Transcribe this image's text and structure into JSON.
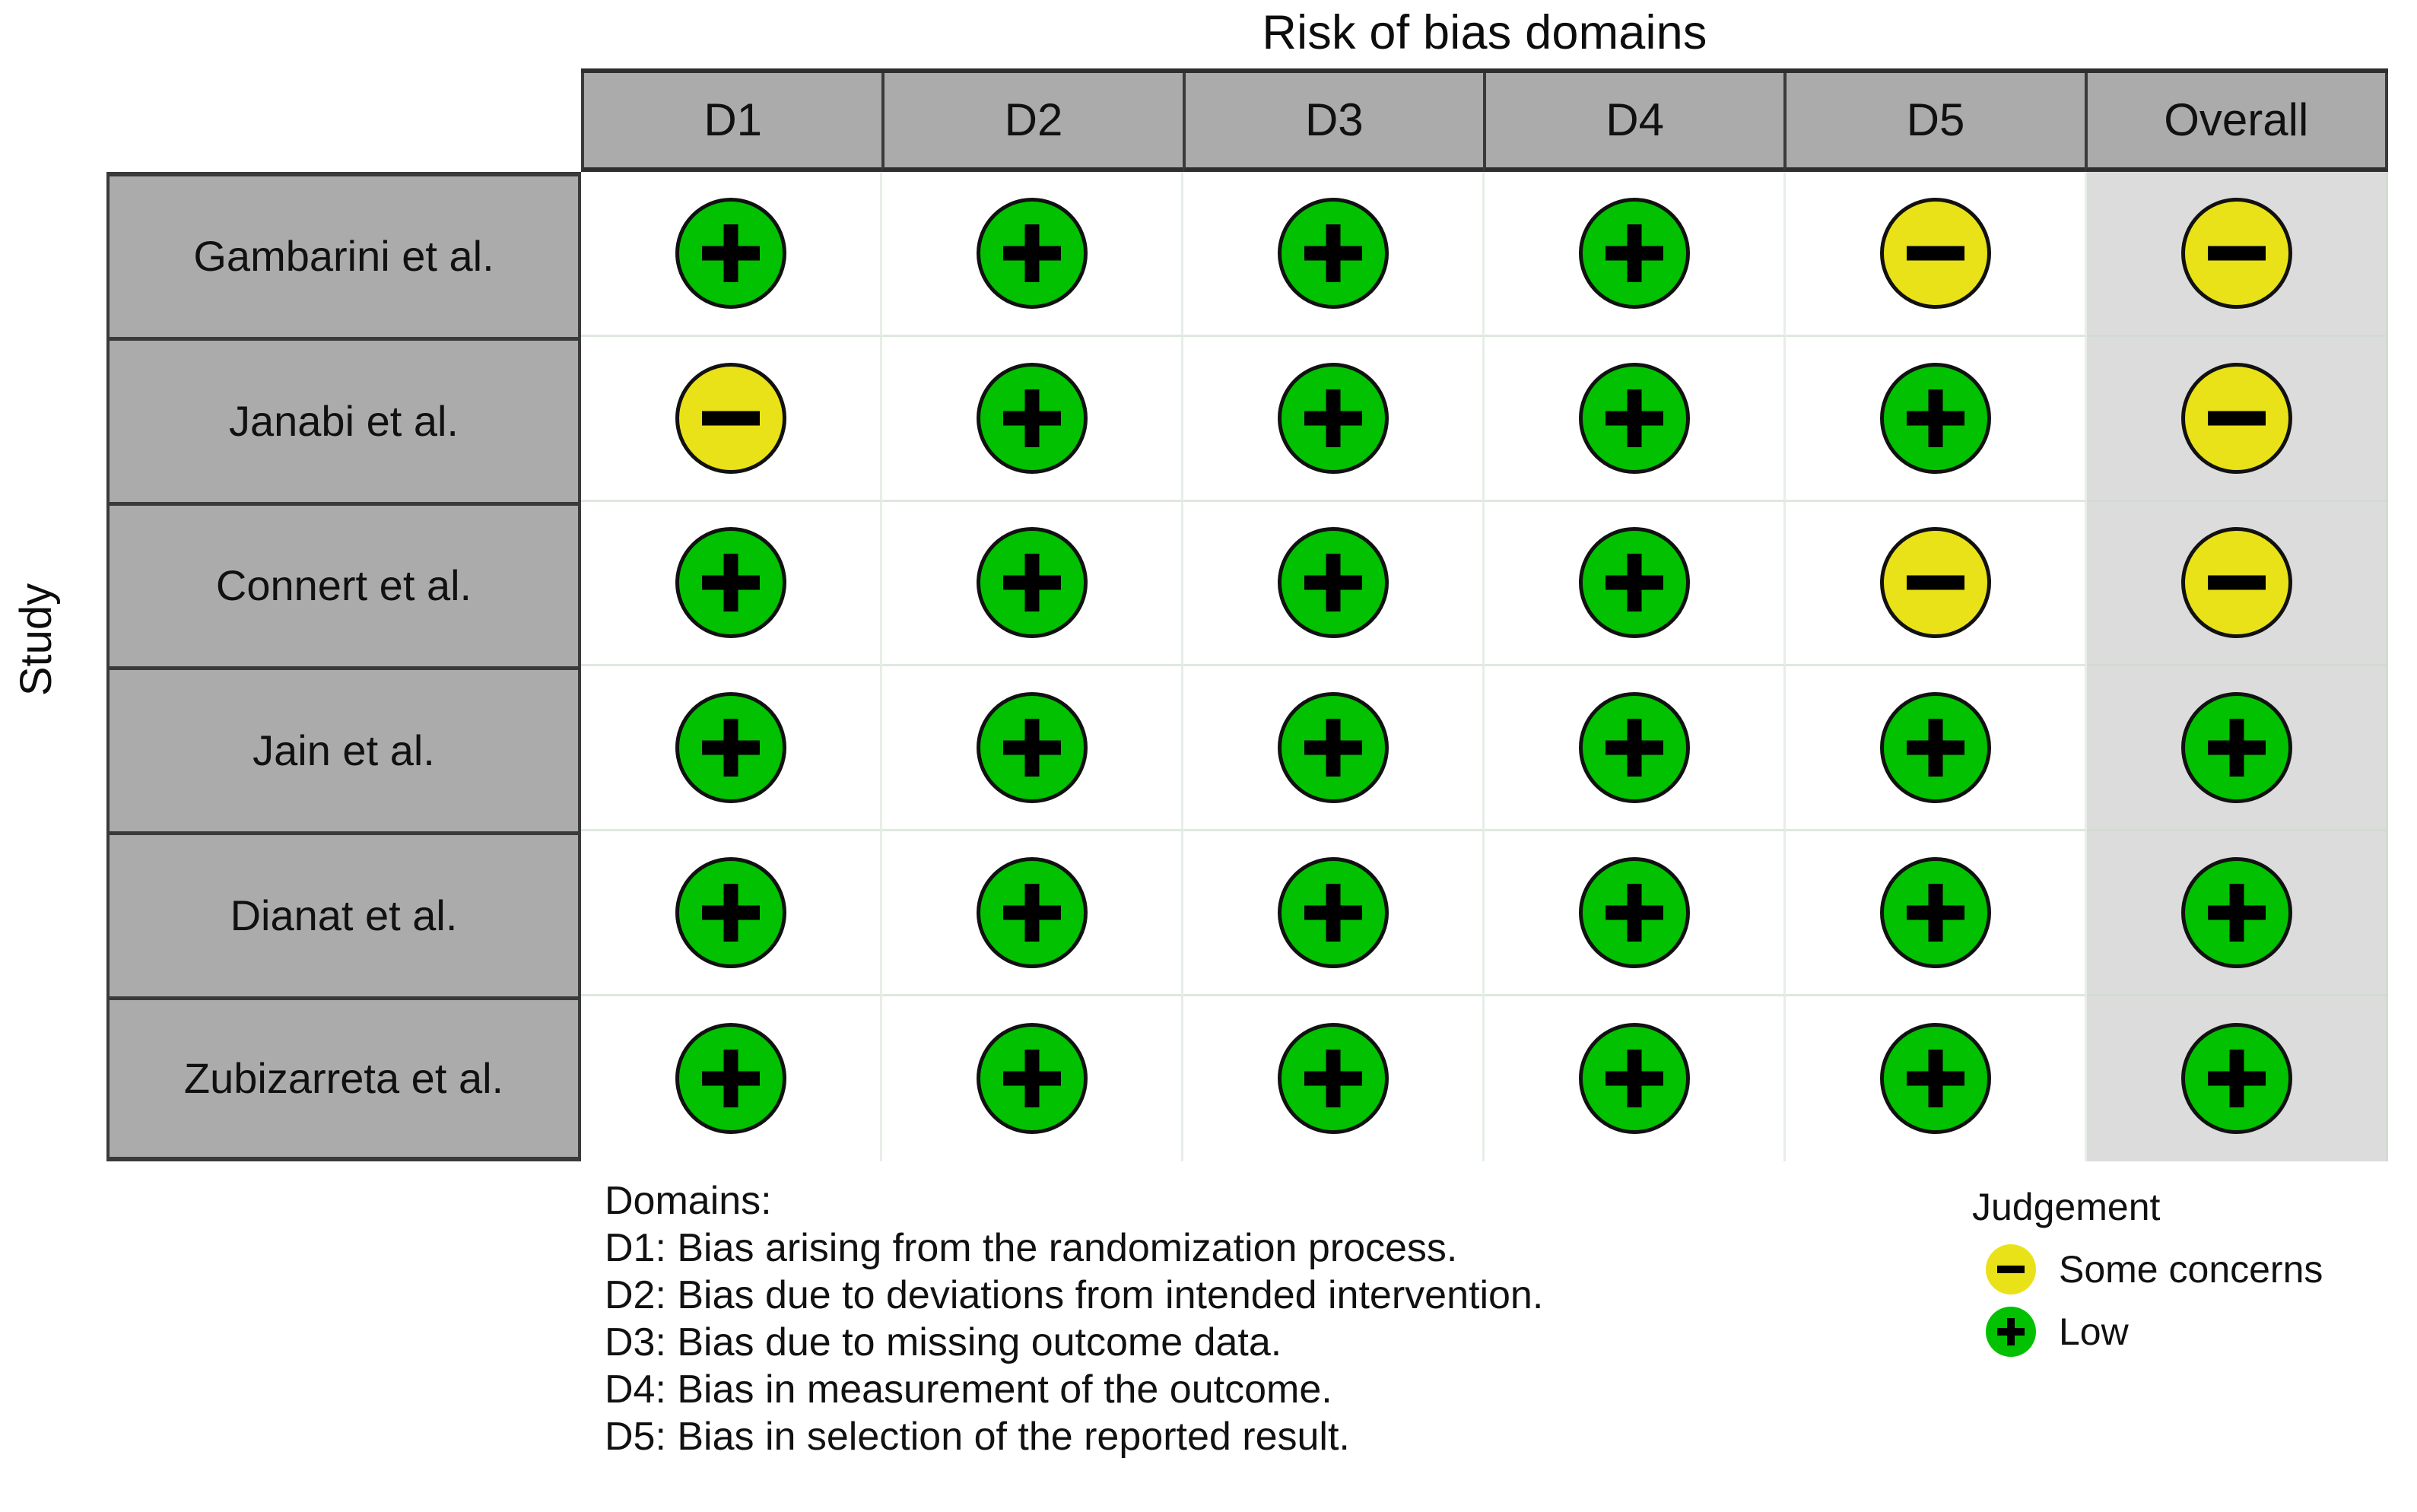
{
  "title": "Risk of bias domains",
  "axis_title_y": "Study",
  "chart_data": {
    "type": "heatmap",
    "title": "Risk of bias domains",
    "xlabel": "Risk of bias domains",
    "ylabel": "Study",
    "grid": true,
    "legend_position": "bottom-right",
    "categories": [
      "D1",
      "D2",
      "D3",
      "D4",
      "D5",
      "Overall"
    ],
    "rows": [
      "Gambarini et al.",
      "Janabi et al.",
      "Connert et al.",
      "Jain et al.",
      "Dianat et al.",
      "Zubizarreta et al."
    ],
    "values": [
      [
        "low",
        "low",
        "low",
        "low",
        "some",
        "some"
      ],
      [
        "some",
        "low",
        "low",
        "low",
        "low",
        "some"
      ],
      [
        "low",
        "low",
        "low",
        "low",
        "some",
        "some"
      ],
      [
        "low",
        "low",
        "low",
        "low",
        "low",
        "low"
      ],
      [
        "low",
        "low",
        "low",
        "low",
        "low",
        "low"
      ],
      [
        "low",
        "low",
        "low",
        "low",
        "low",
        "low"
      ]
    ],
    "value_symbols": {
      "low": "+",
      "some": "-"
    },
    "value_colors": {
      "low": "#02C100",
      "some": "#EAE219"
    },
    "value_labels": {
      "low": "Low",
      "some": "Some concerns"
    }
  },
  "header": {
    "columns": [
      {
        "label": "D1"
      },
      {
        "label": "D2"
      },
      {
        "label": "D3"
      },
      {
        "label": "D4"
      },
      {
        "label": "D5"
      },
      {
        "label": "Overall"
      }
    ]
  },
  "rows": [
    {
      "study": "Gambarini et al.",
      "cells": [
        "low",
        "low",
        "low",
        "low",
        "some",
        "some"
      ]
    },
    {
      "study": "Janabi et al.",
      "cells": [
        "some",
        "low",
        "low",
        "low",
        "low",
        "some"
      ]
    },
    {
      "study": "Connert et al.",
      "cells": [
        "low",
        "low",
        "low",
        "low",
        "some",
        "some"
      ]
    },
    {
      "study": "Jain et al.",
      "cells": [
        "low",
        "low",
        "low",
        "low",
        "low",
        "low"
      ]
    },
    {
      "study": "Dianat et al.",
      "cells": [
        "low",
        "low",
        "low",
        "low",
        "low",
        "low"
      ]
    },
    {
      "study": "Zubizarreta et al.",
      "cells": [
        "low",
        "low",
        "low",
        "low",
        "low",
        "low"
      ]
    }
  ],
  "domain_legend": {
    "heading": "Domains:",
    "lines": [
      "D1: Bias arising from the randomization process.",
      "D2: Bias due to deviations from intended intervention.",
      "D3: Bias due to missing outcome data.",
      "D4: Bias in measurement of the outcome.",
      "D5: Bias in selection of the reported result."
    ]
  },
  "judgement_legend": {
    "title": "Judgement",
    "items": [
      {
        "key": "some",
        "symbol": "-",
        "label": "Some concerns",
        "color": "#EAE219"
      },
      {
        "key": "low",
        "symbol": "+",
        "label": "Low",
        "color": "#02C100"
      }
    ]
  },
  "colors": {
    "low": "#02C100",
    "some_concerns": "#EAE219",
    "header_cell": "#ABABAB",
    "study_cell": "#ABABAB",
    "overall_column": "#DCDCDC",
    "domain_column": "#FFFFFF",
    "border": "#3A3A3A",
    "text": "#111111"
  }
}
